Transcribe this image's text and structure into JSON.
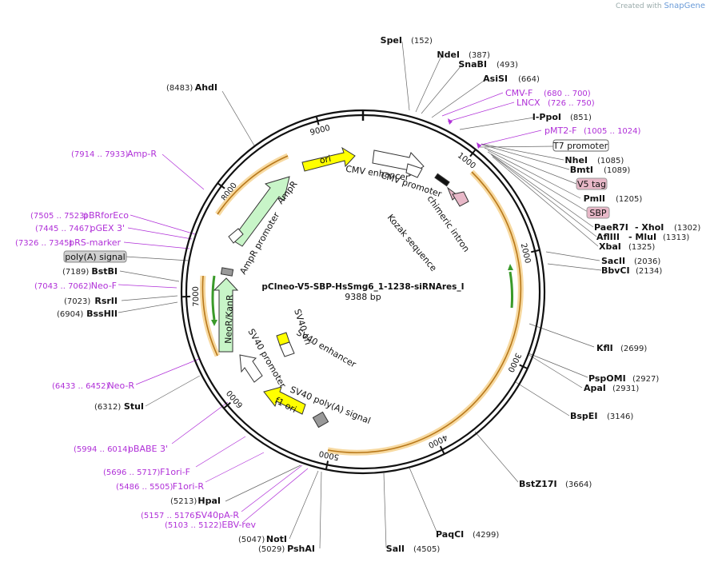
{
  "credit": {
    "prefix": "Created with",
    "brand": "SnapGene"
  },
  "plasmid": {
    "name": "pCIneo-V5-SBP-HsSmg6_1-1238-siRNAres_I",
    "length": "9388 bp",
    "total": 9388
  },
  "ticks": [
    "1000",
    "2000",
    "3000",
    "4000",
    "5000",
    "6000",
    "7000",
    "8000",
    "9000"
  ],
  "enzymes": [
    {
      "name": "SpeI",
      "pos": "(152)"
    },
    {
      "name": "NdeI",
      "pos": "(387)"
    },
    {
      "name": "SnaBI",
      "pos": "(493)"
    },
    {
      "name": "AsiSI",
      "pos": "(664)"
    },
    {
      "name": "I-PpoI",
      "pos": "(851)"
    },
    {
      "name": "NheI",
      "pos": "(1085)"
    },
    {
      "name": "BmtI",
      "pos": "(1089)"
    },
    {
      "name": "PmlI",
      "pos": "(1205)"
    },
    {
      "name": "PaeR7I",
      "pos": ""
    },
    {
      "name": "- XhoI",
      "pos": "(1302)"
    },
    {
      "name": "AflIII",
      "pos": ""
    },
    {
      "name": "- MluI",
      "pos": "(1313)"
    },
    {
      "name": "XbaI",
      "pos": "(1325)"
    },
    {
      "name": "SacII",
      "pos": "(2036)"
    },
    {
      "name": "BbvCI",
      "pos": "(2134)"
    },
    {
      "name": "KflI",
      "pos": "(2699)"
    },
    {
      "name": "PspOMI",
      "pos": "(2927)"
    },
    {
      "name": "ApaI",
      "pos": "(2931)"
    },
    {
      "name": "BspEI",
      "pos": "(3146)"
    },
    {
      "name": "BstZ17I",
      "pos": "(3664)"
    },
    {
      "name": "PaqCI",
      "pos": "(4299)"
    },
    {
      "name": "SalI",
      "pos": "(4505)"
    },
    {
      "name": "PshAI",
      "pos": "(5029)"
    },
    {
      "name": "NotI",
      "pos": "(5047)"
    },
    {
      "name": "HpaI",
      "pos": "(5213)"
    },
    {
      "name": "StuI",
      "pos": "(6312)"
    },
    {
      "name": "BssHII",
      "pos": "(6904)"
    },
    {
      "name": "RsrII",
      "pos": "(7023)"
    },
    {
      "name": "BstBI",
      "pos": "(7189)"
    },
    {
      "name": "AhdI",
      "pos": "(8483)"
    }
  ],
  "primers": [
    {
      "name": "CMV-F",
      "range": "(680 .. 700)"
    },
    {
      "name": "LNCX",
      "range": "(726 .. 750)"
    },
    {
      "name": "pMT2-F",
      "range": "(1005 .. 1024)"
    },
    {
      "name": "Amp-R",
      "range": "(7914 .. 7933)"
    },
    {
      "name": "pBRforEco",
      "range": "(7505 .. 7523)"
    },
    {
      "name": "pGEX 3'",
      "range": "(7445 .. 7467)"
    },
    {
      "name": "pRS-marker",
      "range": "(7326 .. 7345)"
    },
    {
      "name": "Neo-F",
      "range": "(7043 .. 7062)"
    },
    {
      "name": "Neo-R",
      "range": "(6433 .. 6452)"
    },
    {
      "name": "pBABE 3'",
      "range": "(5994 .. 6014)"
    },
    {
      "name": "F1ori-F",
      "range": "(5696 .. 5717)"
    },
    {
      "name": "F1ori-R",
      "range": "(5486 .. 5505)"
    },
    {
      "name": "SV40pA-R",
      "range": "(5157 .. 5176)"
    },
    {
      "name": "EBV-rev",
      "range": "(5103 .. 5122)"
    }
  ],
  "boxed_features": [
    "T7 promoter",
    "V5 tag",
    "SBP",
    "poly(A) signal"
  ],
  "features": {
    "ori": "ori",
    "ampr": "AmpR",
    "ampr_promoter": "AmpR promoter",
    "cmv_enhancer": "CMV enhancer",
    "cmv_promoter": "CMV promoter",
    "chimeric_intron": "chimeric intron",
    "kozak": "Kozak sequence",
    "sv40_ori": "SV40 ori",
    "sv40_enhancer": "SV40 enhancer",
    "sv40_promoter": "SV40 promoter",
    "neor": "NeoR/KanR",
    "sv40_polya": "SV40 poly(A) signal",
    "f1_ori": "f1 ori"
  },
  "colors": {
    "backbone": "#111111",
    "orf_fill": "#f7d9a0",
    "orf_stroke": "#b8781a",
    "primer": "#b030d8",
    "promoter_fill": "#ffffff",
    "resistance_fill": "#c8f5c8",
    "ori_fill": "#ffff00",
    "tag_fill": "#e8b8c8"
  }
}
